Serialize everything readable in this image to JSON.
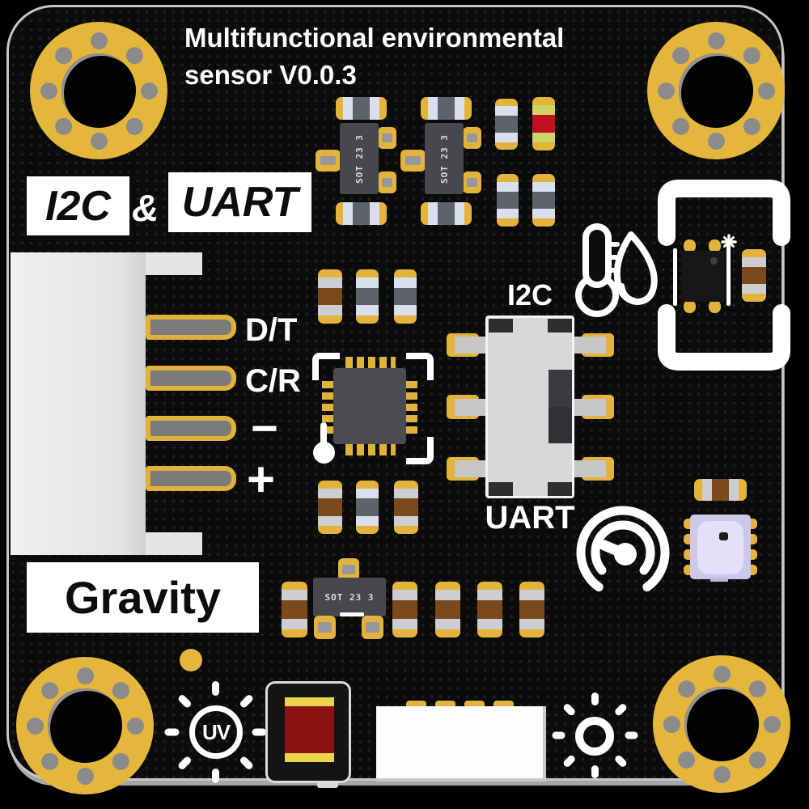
{
  "title": {
    "line1": "Multifunctional environmental",
    "line2": "sensor V0.0.3"
  },
  "interface_badge": {
    "i2c": "I2C",
    "ampersand": "&",
    "uart": "UART"
  },
  "connector": {
    "pin_labels": [
      "D/T",
      "C/R",
      "−",
      "+"
    ]
  },
  "mode_switch": {
    "top_label": "I2C",
    "bottom_label": "UART"
  },
  "brand_label": "Gravity",
  "uv_icon_label": "UV",
  "chip_markings": {
    "sot23": "SOT 23 3"
  },
  "icons": [
    "thermometer-humidity-icon",
    "uv-sun-icon",
    "sun-icon",
    "gauge-icon",
    "sparkle-icon"
  ],
  "colors": {
    "board_black": "#0b0b0b",
    "pad_yellow": "#e3b33c",
    "silkscreen_white": "#ffffff",
    "led_red": "#c01020",
    "uv_window_red": "#8c1113",
    "pressure_sensor_lavender": "#cbc8ec",
    "resistor_brown": "#7a4a1d",
    "connector_gray": "#e9e9e9"
  }
}
